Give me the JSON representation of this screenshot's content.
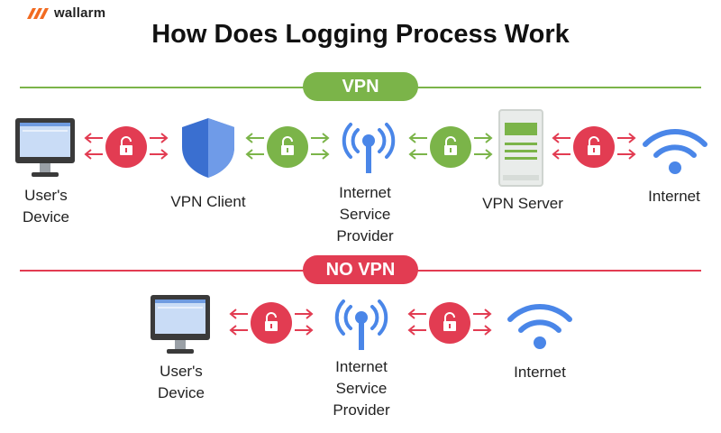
{
  "brand": {
    "name": "wallarm"
  },
  "title": "How Does Logging Process Work",
  "colors": {
    "green": "#7bb449",
    "red": "#e23c52",
    "blue": "#4a86e8",
    "monitor": "#3a3a3a"
  },
  "vpn": {
    "label": "VPN",
    "nodes": [
      {
        "name": "User's\nDevice",
        "icon": "monitor-icon"
      },
      {
        "name": "VPN Client",
        "icon": "shield-icon"
      },
      {
        "name": "Internet\nService\nProvider",
        "icon": "antenna-icon"
      },
      {
        "name": "VPN Server",
        "icon": "server-icon"
      },
      {
        "name": "Internet",
        "icon": "wifi-icon"
      }
    ],
    "links": [
      "unsecured",
      "secured",
      "secured",
      "unsecured"
    ]
  },
  "no_vpn": {
    "label": "NO VPN",
    "nodes": [
      {
        "name": "User's\nDevice",
        "icon": "monitor-icon"
      },
      {
        "name": "Internet\nService\nProvider",
        "icon": "antenna-icon"
      },
      {
        "name": "Internet",
        "icon": "wifi-icon"
      }
    ],
    "links": [
      "unsecured",
      "unsecured"
    ]
  }
}
